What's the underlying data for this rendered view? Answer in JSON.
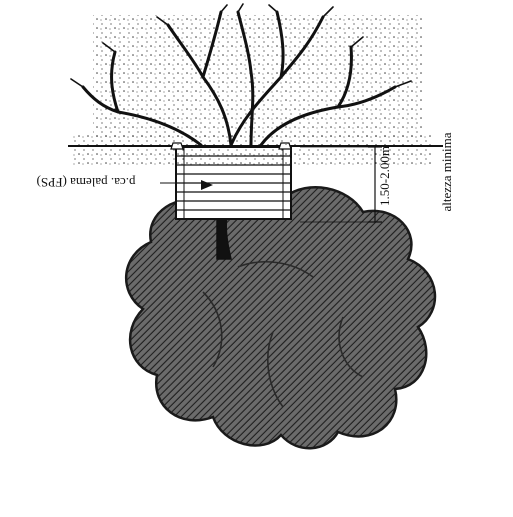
{
  "diagram": {
    "labels": {
      "pole_label": "p.ca. palema (FPS)",
      "height_value": "1.50-2.00m",
      "height_caption": "altezza minima"
    },
    "colors": {
      "ink": "#111111",
      "foliage": "#4a4a4a",
      "background": "#ffffff"
    },
    "orientation": "upside-down"
  }
}
